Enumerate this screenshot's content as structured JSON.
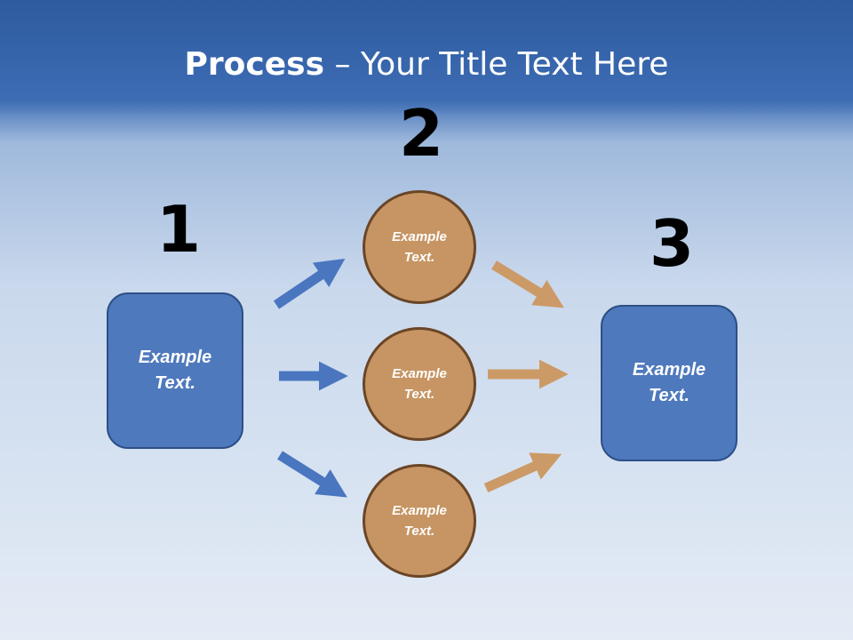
{
  "title": {
    "bold": "Process",
    "rest": " – Your Title Text Here"
  },
  "steps": {
    "one": "1",
    "two": "2",
    "three": "3"
  },
  "left_box": {
    "line1": "Example",
    "line2": "Text."
  },
  "right_box": {
    "line1": "Example",
    "line2": "Text."
  },
  "circles": [
    {
      "line1": "Example",
      "line2": "Text."
    },
    {
      "line1": "Example",
      "line2": "Text."
    },
    {
      "line1": "Example",
      "line2": "Text."
    }
  ],
  "colors": {
    "blue_box": "#4f79bd",
    "blue_arrow": "#4a76c0",
    "tan_circle": "#c69563",
    "tan_arrow": "#cc9a66",
    "title_band": "#3566ad"
  }
}
